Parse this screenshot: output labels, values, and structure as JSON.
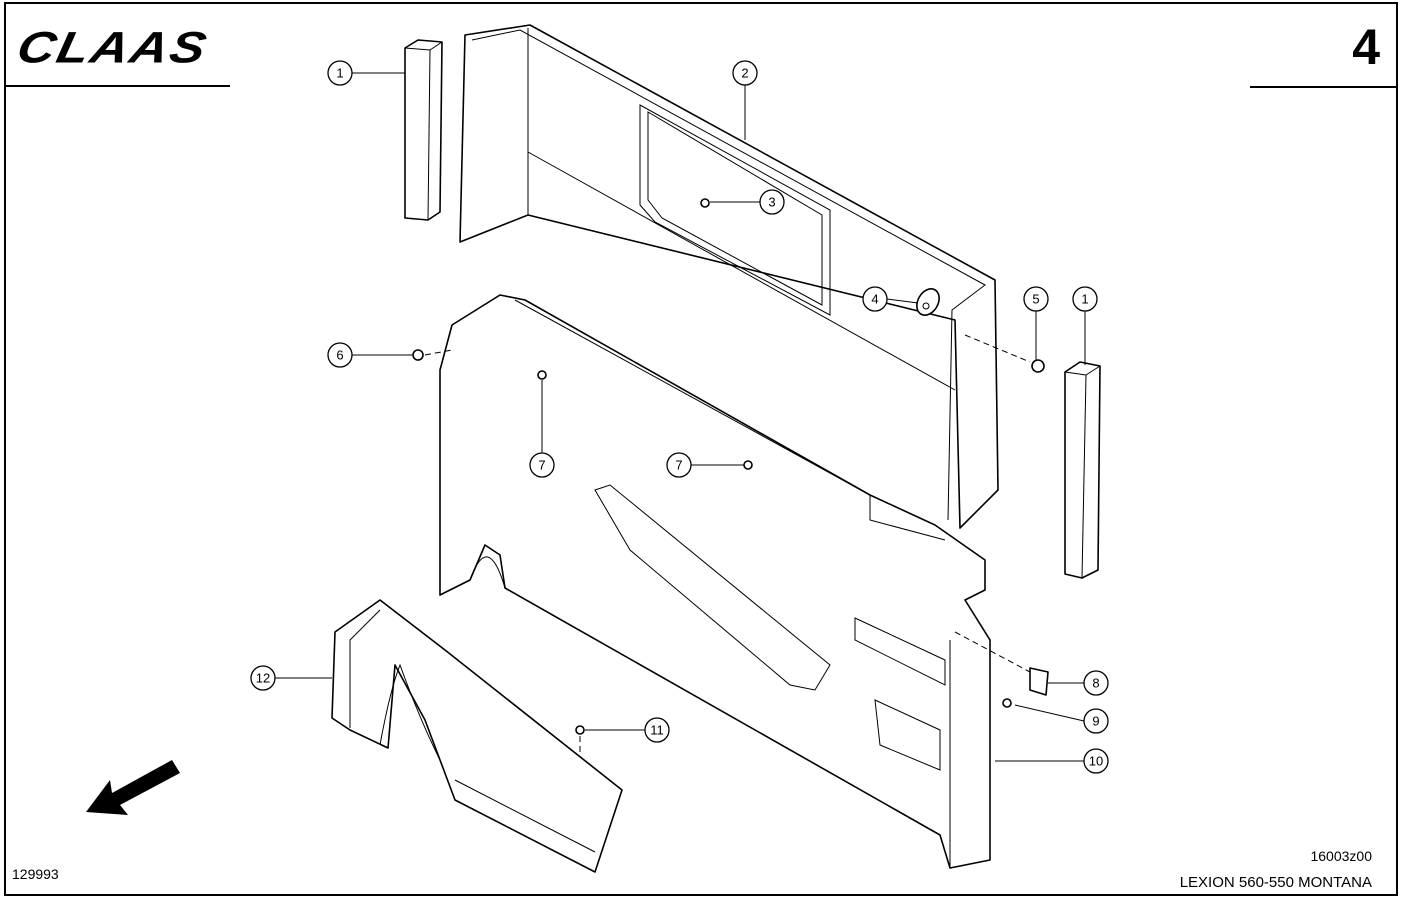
{
  "header": {
    "logo": "CLAAS",
    "page_number": "4"
  },
  "footer": {
    "reference": "129993",
    "drawing_code": "16003z00",
    "model": "LEXION 560-550 MONTANA"
  },
  "callouts": [
    {
      "label": "1"
    },
    {
      "label": "2"
    },
    {
      "label": "3"
    },
    {
      "label": "4"
    },
    {
      "label": "5"
    },
    {
      "label": "1"
    },
    {
      "label": "6"
    },
    {
      "label": "7"
    },
    {
      "label": "7"
    },
    {
      "label": "8"
    },
    {
      "label": "9"
    },
    {
      "label": "10"
    },
    {
      "label": "11"
    },
    {
      "label": "12"
    }
  ]
}
